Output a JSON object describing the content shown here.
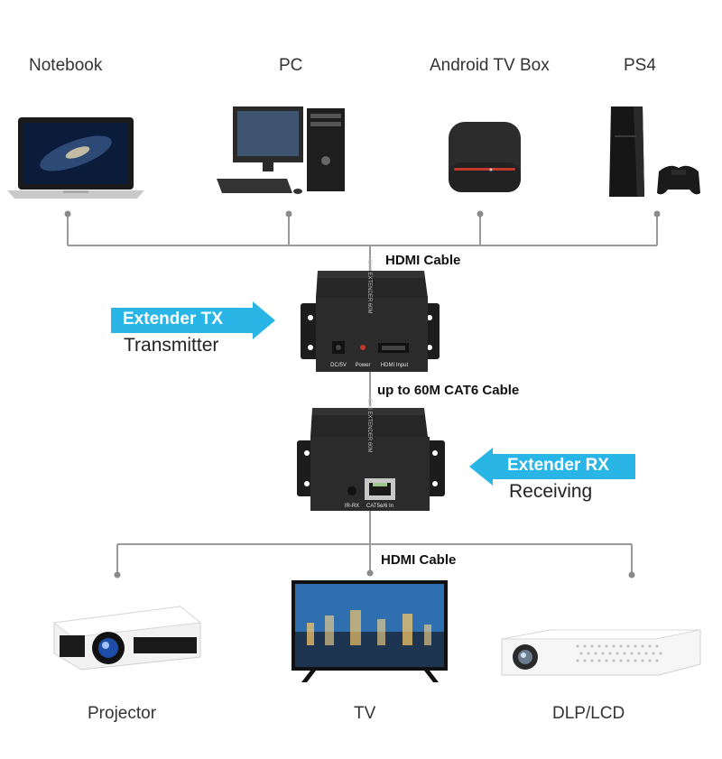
{
  "sources": [
    {
      "label": "Notebook",
      "icon": "notebook-icon"
    },
    {
      "label": "PC",
      "icon": "pc-icon"
    },
    {
      "label": "Android TV Box",
      "icon": "android-tv-box-icon"
    },
    {
      "label": "PS4",
      "icon": "ps4-icon"
    }
  ],
  "displays": [
    {
      "label": "Projector",
      "icon": "projector-icon"
    },
    {
      "label": "TV",
      "icon": "tv-icon"
    },
    {
      "label": "DLP/LCD",
      "icon": "dlp-lcd-icon"
    }
  ],
  "cables": {
    "top": "HDMI Cable",
    "middle": "up to 60M CAT6 Cable",
    "bottom": "HDMI Cable"
  },
  "transmitter": {
    "arrow_label": "Extender TX",
    "sub_label": "Transmitter",
    "side_text": "HDMI EXTENDER 60M",
    "ports": [
      "DC/5V",
      "Power",
      "HDMI Input"
    ]
  },
  "receiver": {
    "arrow_label": "Extender RX",
    "sub_label": "Receiving",
    "side_text": "HDMI EXTENDER 60M",
    "ports": [
      "IR-RX",
      "CAT5e/6 In"
    ]
  },
  "colors": {
    "arrow": "#29b6e6",
    "line": "#9a9a9a",
    "device": "#2b2b2b"
  }
}
